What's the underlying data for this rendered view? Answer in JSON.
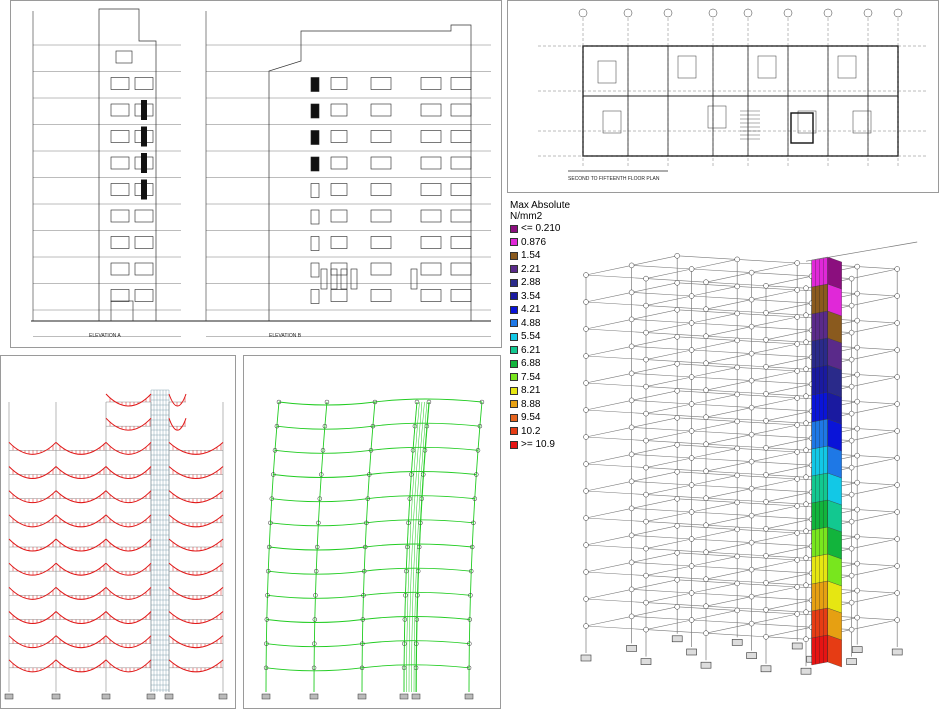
{
  "legend": {
    "title": "Max Absolute",
    "unit": "N/mm2",
    "entries": [
      {
        "label": "<= 0.210",
        "color": "#8b0f7e"
      },
      {
        "label": "0.876",
        "color": "#e028d8"
      },
      {
        "label": "1.54",
        "color": "#8a5a1e"
      },
      {
        "label": "2.21",
        "color": "#5a2a8a"
      },
      {
        "label": "2.88",
        "color": "#2a2a8a"
      },
      {
        "label": "3.54",
        "color": "#1a1aa0"
      },
      {
        "label": "4.21",
        "color": "#0a14d8"
      },
      {
        "label": "4.88",
        "color": "#1e78e6"
      },
      {
        "label": "5.54",
        "color": "#12c8e6"
      },
      {
        "label": "6.21",
        "color": "#12c890"
      },
      {
        "label": "6.88",
        "color": "#12b43c"
      },
      {
        "label": "7.54",
        "color": "#78e61e"
      },
      {
        "label": "8.21",
        "color": "#e6e612"
      },
      {
        "label": "8.88",
        "color": "#e6a012"
      },
      {
        "label": "9.54",
        "color": "#e6641e"
      },
      {
        "label": "10.2",
        "color": "#e63c14"
      },
      {
        "label": ">= 10.9",
        "color": "#e61414"
      }
    ]
  },
  "elevations": {
    "sheet_label_a": "ELEVATION A",
    "sheet_label_b": "ELEVATION B"
  },
  "floor_plan": {
    "sheet_label": "SECOND TO FIFTEENTH FLOOR PLAN"
  },
  "colors": {
    "moment_diagram": "#e01818",
    "deflected_shape": "#22cc22",
    "frame_lines": "#7a7a7a"
  }
}
